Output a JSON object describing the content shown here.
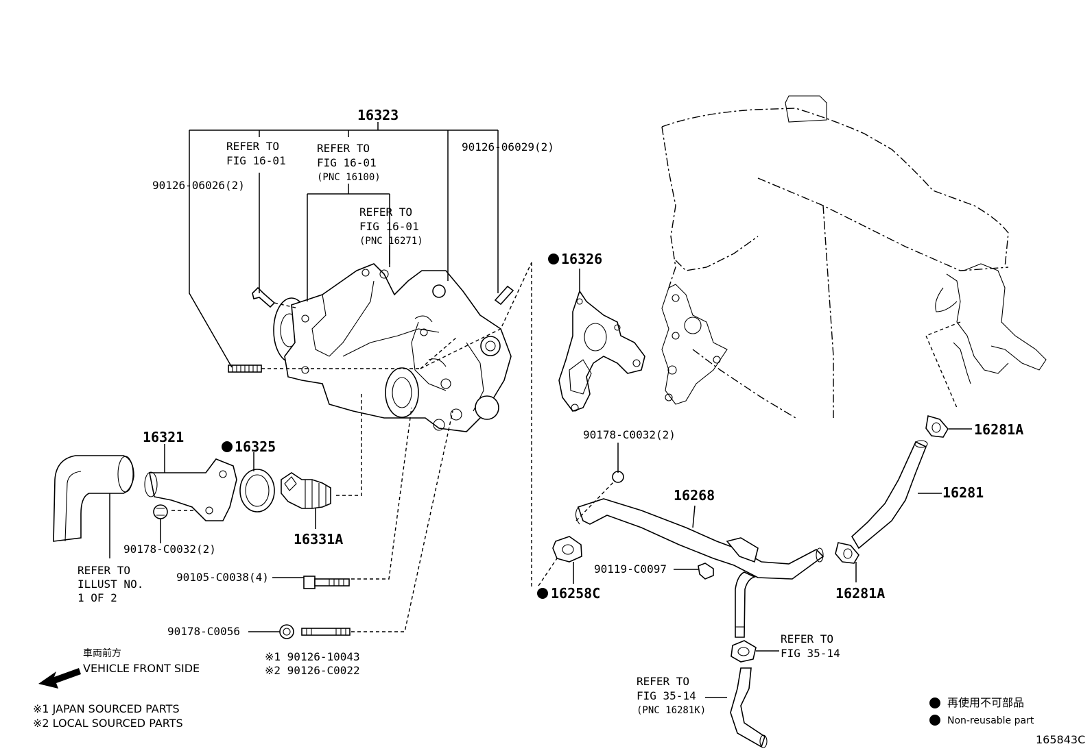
{
  "parts": {
    "p16323": "16323",
    "p16326": "16326",
    "p16321": "16321",
    "p16325": "16325",
    "p16331A": "16331A",
    "p16268": "16268",
    "p16281": "16281",
    "p16281A_top": "16281A",
    "p16281A_bottom": "16281A",
    "p16258C": "16258C"
  },
  "bolts": {
    "b_06026": "90126-06026(2)",
    "b_06029": "90126-06029(2)",
    "b_c0032_left": "90178-C0032(2)",
    "b_c0032_right": "90178-C0032(2)",
    "b_c0038": "90105-C0038(4)",
    "b_c0056": "90178-C0056",
    "b_c0097": "90119-C0097",
    "b_10043": "※1 90126-10043",
    "b_c0022": "※2 90126-C0022"
  },
  "refs": {
    "ref1": [
      "REFER TO",
      "FIG 16-01"
    ],
    "ref2": [
      "REFER TO",
      "FIG 16-01",
      "(PNC 16100)"
    ],
    "ref3": [
      "REFER TO",
      "FIG 16-01",
      "(PNC 16271)"
    ],
    "ref4": [
      "REFER TO",
      "ILLUST NO.",
      "1 OF 2"
    ],
    "ref5": [
      "REFER TO",
      "FIG 35-14"
    ],
    "ref6": [
      "REFER TO",
      "FIG 35-14",
      "(PNC 16281K)"
    ]
  },
  "front": {
    "jp": "車両前方",
    "en": "VEHICLE FRONT SIDE"
  },
  "footnotes": [
    "※1 JAPAN SOURCED PARTS",
    "※2 LOCAL SOURCED PARTS"
  ],
  "legend": {
    "jp": "再使用不可部品",
    "en": "Non-reusable part"
  },
  "diagram_id": "165843C"
}
